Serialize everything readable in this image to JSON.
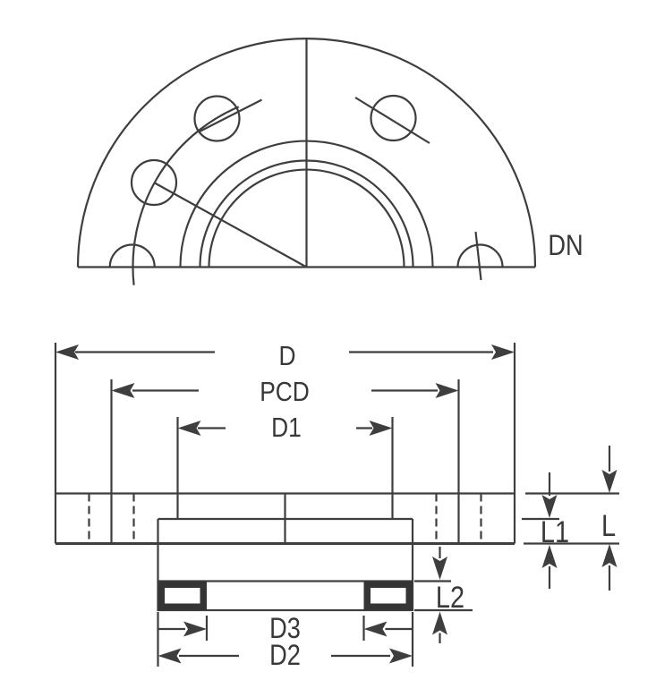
{
  "drawing": {
    "front_view": {
      "dn": "DN"
    },
    "section_view": {
      "d": "D",
      "pcd": "PCD",
      "d1": "D1",
      "l": "L",
      "l1": "L1",
      "l2": "L2",
      "d3": "D3",
      "d2": "D2"
    },
    "colors": {
      "ink": "#3e3e3e",
      "paper": "#ffffff"
    }
  }
}
